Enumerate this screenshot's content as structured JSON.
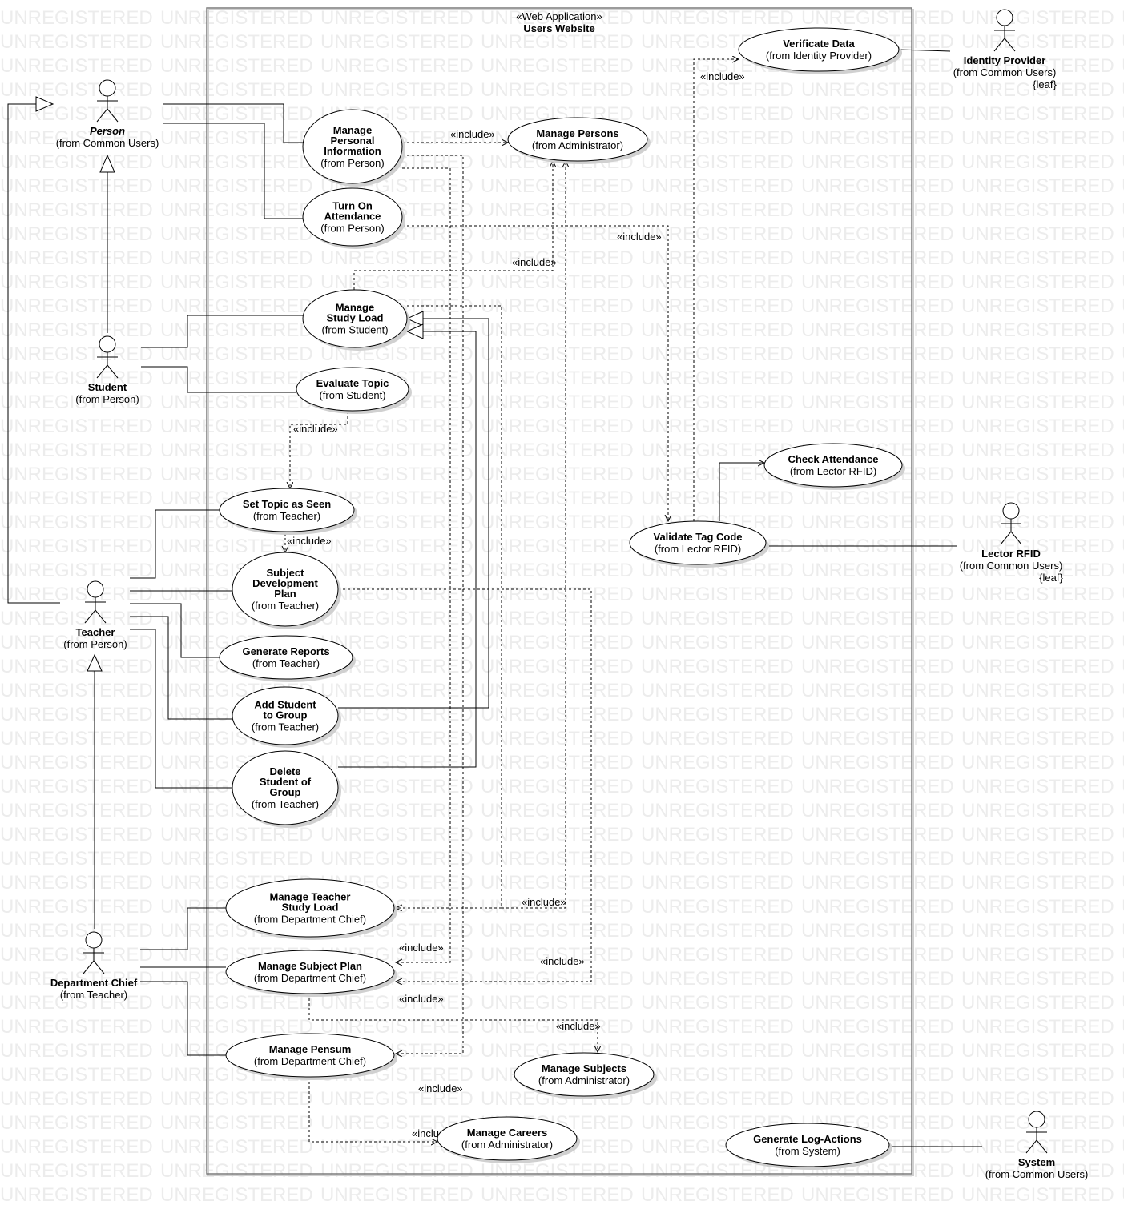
{
  "watermark": "UNREGISTERED",
  "system": {
    "stereotype": "«Web Application»",
    "title": "Users Website"
  },
  "actors": {
    "person": {
      "name": "Person",
      "from": "(from Common Users)"
    },
    "student": {
      "name": "Student",
      "from": "(from Person)"
    },
    "teacher": {
      "name": "Teacher",
      "from": "(from Person)"
    },
    "department_chief": {
      "name": "Department Chief",
      "from": "(from Teacher)"
    },
    "identity_provider": {
      "name": "Identity Provider",
      "from": "(from Common Users)",
      "constraint": "{leaf}"
    },
    "lector_rfid": {
      "name": "Lector RFID",
      "from": "(from Common Users)",
      "constraint": "{leaf}"
    },
    "system_actor": {
      "name": "System",
      "from": "(from Common Users)"
    }
  },
  "use_cases": {
    "verificate_data": {
      "title": [
        "Verificate Data"
      ],
      "from": "(from Identity Provider)"
    },
    "manage_personal_info": {
      "title": [
        "Manage",
        "Personal",
        "Information"
      ],
      "from": "(from Person)"
    },
    "manage_persons": {
      "title": [
        "Manage Persons"
      ],
      "from": "(from Administrator)"
    },
    "turn_on_attendance": {
      "title": [
        "Turn On",
        "Attendance"
      ],
      "from": "(from Person)"
    },
    "manage_study_load": {
      "title": [
        "Manage",
        "Study Load"
      ],
      "from": "(from Student)"
    },
    "evaluate_topic": {
      "title": [
        "Evaluate Topic"
      ],
      "from": "(from Student)"
    },
    "check_attendance": {
      "title": [
        "Check Attendance"
      ],
      "from": "(from Lector RFID)"
    },
    "set_topic_seen": {
      "title": [
        "Set Topic as Seen"
      ],
      "from": "(from Teacher)"
    },
    "validate_tag_code": {
      "title": [
        "Validate Tag Code"
      ],
      "from": "(from Lector RFID)"
    },
    "subject_dev_plan": {
      "title": [
        "Subject",
        "Development",
        "Plan"
      ],
      "from": "(from Teacher)"
    },
    "generate_reports": {
      "title": [
        "Generate Reports"
      ],
      "from": "(from Teacher)"
    },
    "add_student_group": {
      "title": [
        "Add Student",
        "to Group"
      ],
      "from": "(from Teacher)"
    },
    "delete_student_group": {
      "title": [
        "Delete",
        "Student of",
        "Group"
      ],
      "from": "(from Teacher)"
    },
    "manage_teacher_load": {
      "title": [
        "Manage Teacher",
        "Study Load"
      ],
      "from": "(from Department Chief)"
    },
    "manage_subject_plan": {
      "title": [
        "Manage Subject Plan"
      ],
      "from": "(from Department Chief)"
    },
    "manage_pensum": {
      "title": [
        "Manage Pensum"
      ],
      "from": "(from Department Chief)"
    },
    "manage_subjects": {
      "title": [
        "Manage Subjects"
      ],
      "from": "(from Administrator)"
    },
    "manage_careers": {
      "title": [
        "Manage Careers"
      ],
      "from": "(from Administrator)"
    },
    "generate_log_actions": {
      "title": [
        "Generate Log-Actions"
      ],
      "from": "(from System)"
    }
  },
  "include_label": "«include»",
  "colors": {
    "line": "#000000",
    "watermark": "#ececec",
    "shadow": "#d0d0d0",
    "frame": "#7a7a7a"
  }
}
